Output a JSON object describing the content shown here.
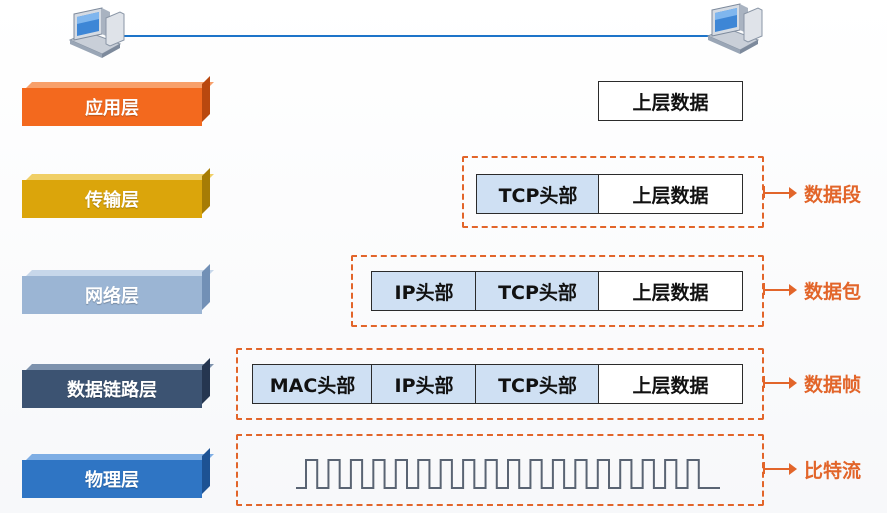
{
  "layers": [
    {
      "label": "应用层",
      "color": "#f3691e",
      "top_color": "#f8a06a",
      "side_color": "#b9480f"
    },
    {
      "label": "传输层",
      "color": "#dba50b",
      "top_color": "#f0cf66",
      "side_color": "#a67c05"
    },
    {
      "label": "网络层",
      "color": "#9bb5d4",
      "top_color": "#c7d7ea",
      "side_color": "#7290b6"
    },
    {
      "label": "数据链路层",
      "color": "#3c5372",
      "top_color": "#7d92ad",
      "side_color": "#253650"
    },
    {
      "label": "物理层",
      "color": "#2f75c4",
      "top_color": "#7eaee4",
      "side_color": "#1d5293"
    }
  ],
  "headers": {
    "mac": "MAC头部",
    "ip": "IP头部",
    "tcp": "TCP头部",
    "upper_data": "上层数据"
  },
  "units": {
    "segment": "数据段",
    "packet": "数据包",
    "frame": "数据帧",
    "bitstream": "比特流"
  },
  "colors": {
    "accent": "#e2652a",
    "header_fill": "#cfe0f3",
    "link_line": "#1d74c9"
  }
}
